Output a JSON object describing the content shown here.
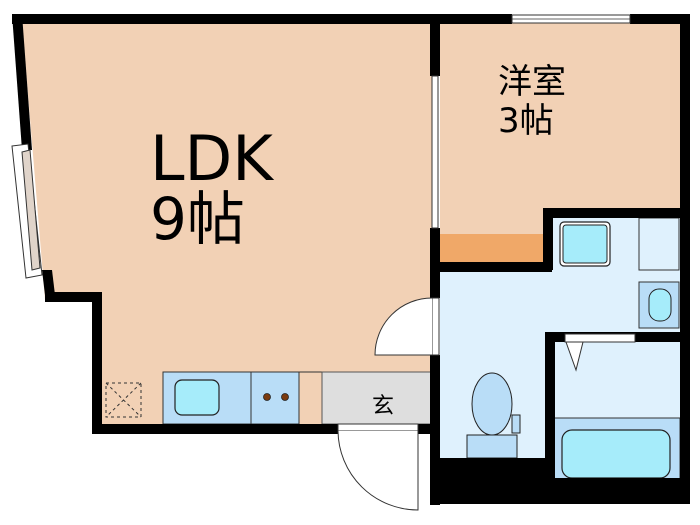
{
  "floor_plan": {
    "rooms": [
      {
        "id": "ldk",
        "name": "LDK",
        "size": "9帖"
      },
      {
        "id": "western",
        "name": "洋室",
        "size": "3帖"
      },
      {
        "id": "entrance",
        "name": "玄"
      }
    ],
    "fixtures": [
      "kitchen-sink",
      "stove-2-burner",
      "refrigerator-space",
      "washbasin",
      "washing-machine-pan",
      "toilet",
      "bathtub",
      "closet"
    ],
    "colors": {
      "room_floor": "#f2d1b5",
      "closet": "#f0a868",
      "wet_area": "#dff1fd",
      "fixture_blue": "#b9ddf7",
      "fixture_cyan": "#a6ecfa",
      "entrance": "#dedede",
      "wall": "#000000"
    }
  }
}
